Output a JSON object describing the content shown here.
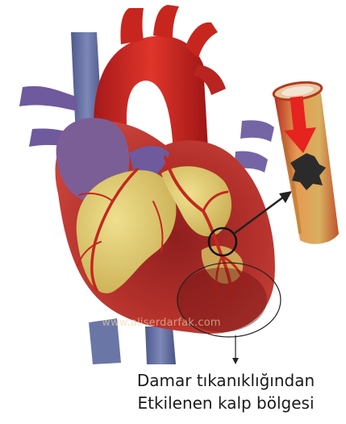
{
  "diagram": {
    "watermark": "www.aliserdarfak.com",
    "caption": {
      "line1": "Damar tıkanıklığından",
      "line2": "Etkilenen kalp bölgesi"
    },
    "colors": {
      "aorta": "#d0281f",
      "vein": "#7a5a96",
      "fat": "#d9c46a",
      "muscle": "#b3302b",
      "arrow_flow": "#e5231f",
      "clot": "#2b2b2b",
      "annotation": "#222222"
    }
  }
}
